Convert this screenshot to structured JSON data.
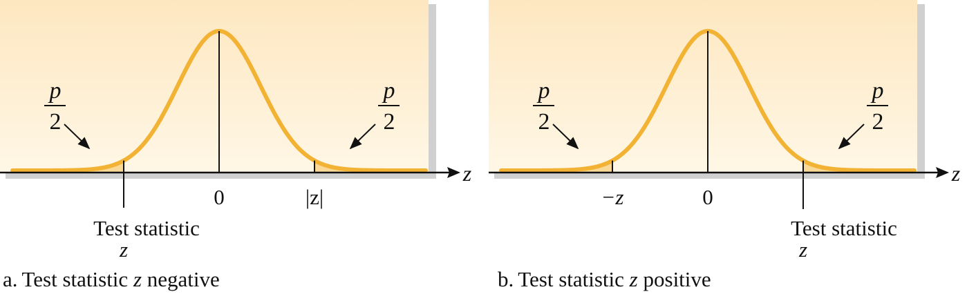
{
  "colors": {
    "background_top": "#fde7c0",
    "background_bottom": "#fff7e6",
    "curve": "#f2b233",
    "tail_fill": "#fad896",
    "axis": "#111111",
    "shadow": "#cfcfcf"
  },
  "icons": [
    "arrow-icon"
  ],
  "panels": [
    {
      "id": "a",
      "axis_label": "z",
      "center_label": "0",
      "left_tick_label": "",
      "right_tick_label": "|z|",
      "left_tail_label": {
        "num": "p",
        "den": "2"
      },
      "right_tail_label": {
        "num": "p",
        "den": "2"
      },
      "test_statistic": {
        "line1": "Test statistic",
        "line2": "z",
        "side": "left"
      },
      "caption": {
        "letter": "a.",
        "pre": "Test statistic ",
        "var": "z",
        "post": " negative"
      }
    },
    {
      "id": "b",
      "axis_label": "z",
      "center_label": "0",
      "left_tick_label": "−z",
      "right_tick_label": "",
      "left_tail_label": {
        "num": "p",
        "den": "2"
      },
      "right_tail_label": {
        "num": "p",
        "den": "2"
      },
      "test_statistic": {
        "line1": "Test statistic",
        "line2": "z",
        "side": "right"
      },
      "caption": {
        "letter": "b.",
        "pre": "Test statistic ",
        "var": "z",
        "post": " positive"
      }
    }
  ]
}
